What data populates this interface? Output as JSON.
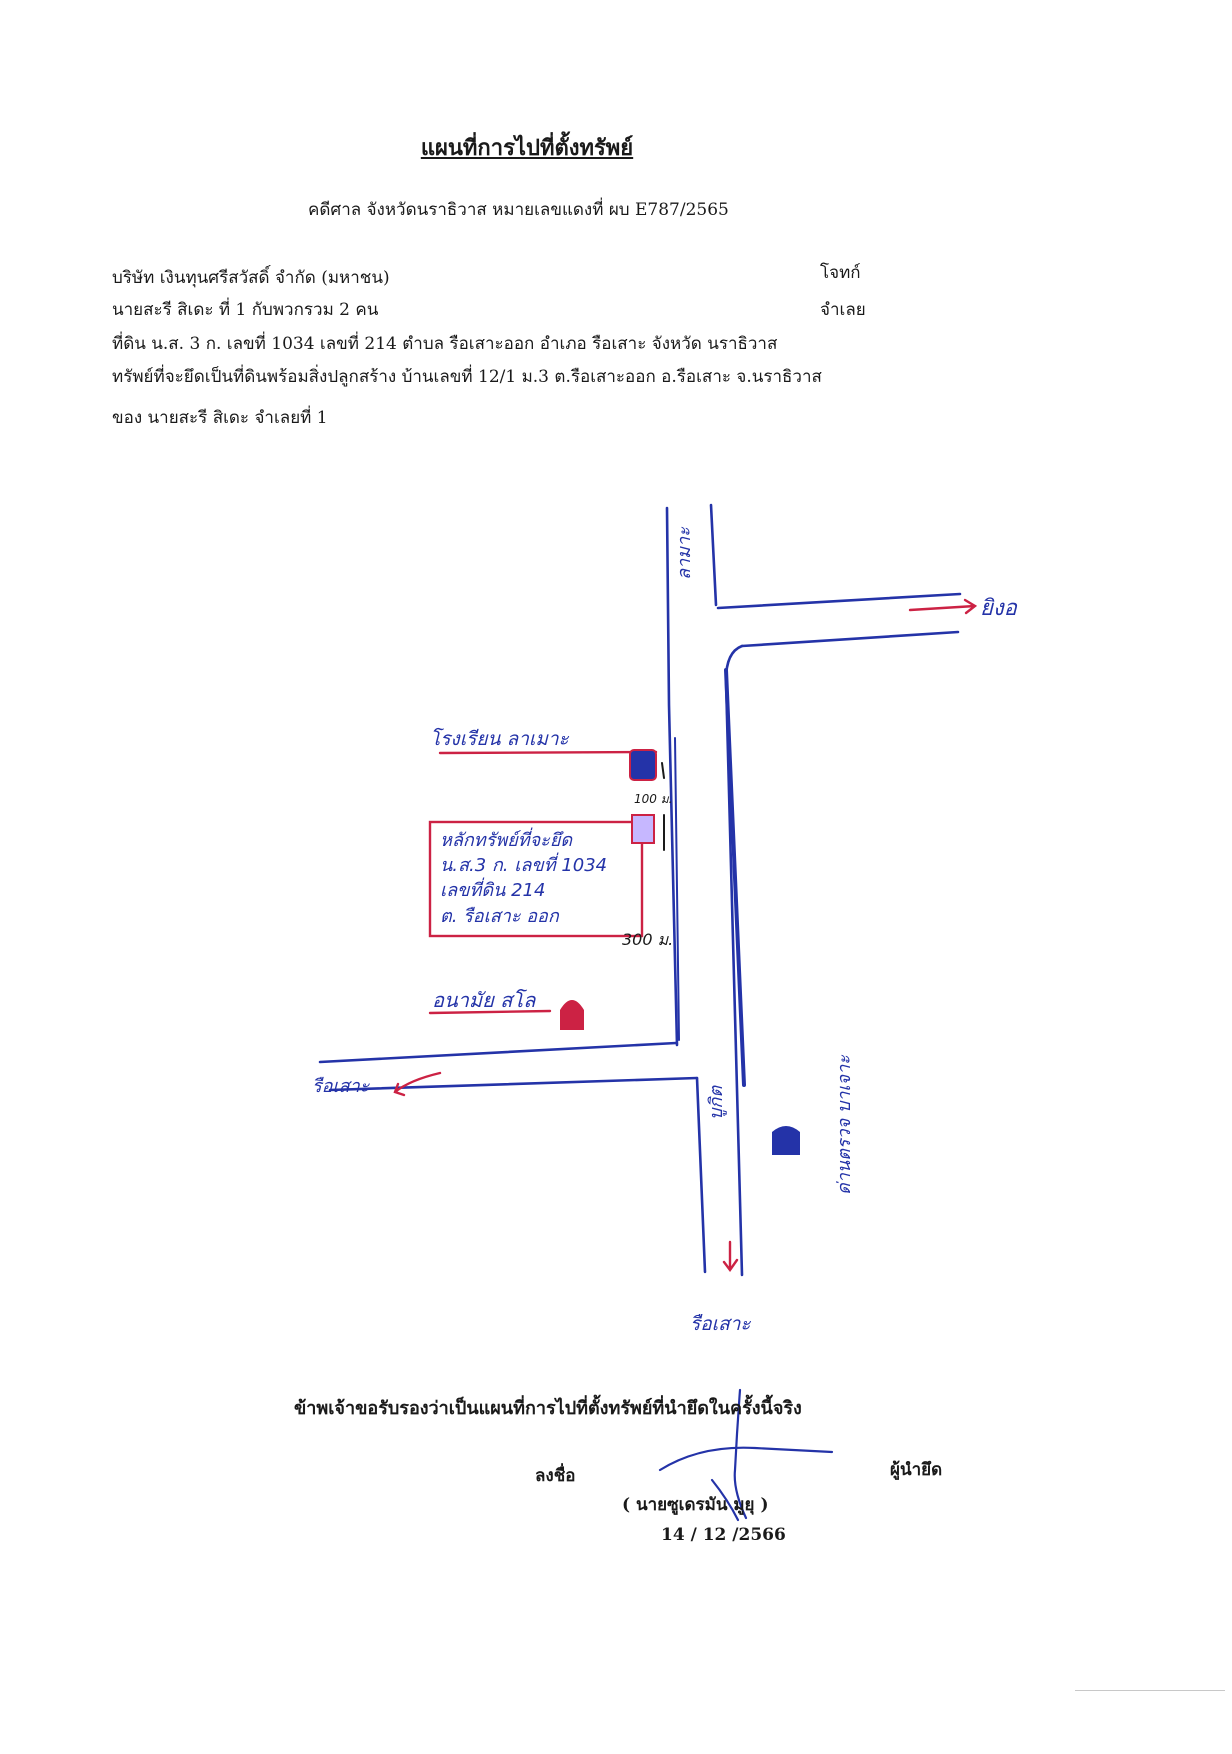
{
  "doc": {
    "title": "แผนที่การไปที่ตั้งทรัพย์",
    "case_line": "คดีศาล จังหวัดนราธิวาส หมายเลขแดงที่ ผบ E787/2565",
    "plaintiff": "บริษัท เงินทุนศรีสวัสดิ์ จำกัด (มหาชน)",
    "plaintiff_role": "โจทก์",
    "defendant": "นายสะรี สิเดะ ที่ 1 กับพวกรวม 2 คน",
    "defendant_role": "จำเลย",
    "land_line": "ที่ดิน น.ส. 3 ก. เลขที่ 1034 เลขที่ 214 ตำบล รือเสาะออก อำเภอ รือเสาะ จังหวัด นราธิวาส",
    "property_line": "ทรัพย์ที่จะยึดเป็นที่ดินพร้อมสิ่งปลูกสร้าง บ้านเลขที่ 12/1 ม.3 ต.รือเสาะออก อ.รือเสาะ จ.นราธิวาส",
    "owner_line": "ของ นายสะรี สิเดะ จำเลยที่ 1"
  },
  "map": {
    "road_top_label": "ลามาะ",
    "arrow_right_label": "ยิงอ",
    "school_label": "โรงเรียน ลาเมาะ",
    "distance_small": "100 ม.",
    "property_box": {
      "line1": "หลักทรัพย์ที่จะยึด",
      "line2": "น.ส.3 ก. เลขที่ 1034",
      "line3": "เลขที่ดิน 214",
      "line4": "ต. รือเสาะ ออก"
    },
    "distance_large": "300 ม.",
    "mosque_label": "อนามัย สโล",
    "left_arrow_label": "รือเสาะ",
    "road_vertical_label": "บูกิต",
    "right_vertical_label": "ด่านตรวจ บาเจาะ",
    "bottom_arrow_label": "รือเสาะ",
    "colors": {
      "road": "#2433a8",
      "marker": "#cc2244"
    }
  },
  "footer": {
    "certify": "ข้าพเจ้าขอรับรองว่าเป็นแผนที่การไปที่ตั้งทรัพย์ที่นำยึดในครั้งนี้จริง",
    "sign_label": "ลงชื่อ",
    "signer_role": "ผู้นำยึด",
    "signer_name": "( นายซูเดรมัน มูยุ )",
    "date": "14 / 12 /2566"
  }
}
